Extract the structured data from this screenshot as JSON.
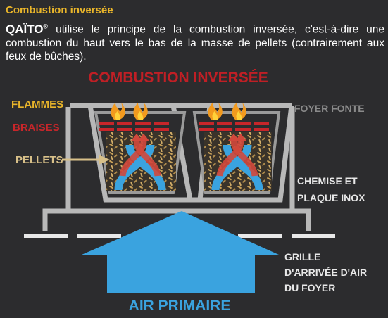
{
  "header": {
    "title": "Combustion inversée",
    "brand": "QAÏTO",
    "brand_mark": "®",
    "description": " utilise le principe de la combustion inversée, c'est-à-dire une combustion du haut vers le bas de la masse de pellets (contrairement aux feux de bûches)."
  },
  "diagram": {
    "title": "COMBUSTION INVERSÉE",
    "labels": {
      "flames": "FLAMMES",
      "embers": "BRAISES",
      "pellets": "PELLETS",
      "cast_iron_hearth": "FOYER FONTE",
      "liner_line1": "CHEMISE ET",
      "liner_line2": "PLAQUE INOX",
      "grate_line1": "GRILLE",
      "grate_line2": "D'ARRIVÉE D'AIR",
      "grate_line3": "DU FOYER",
      "primary_air": "AIR PRIMAIRE"
    },
    "colors": {
      "accent_yellow": "#e9b52a",
      "ember_red": "#c8262a",
      "title_red": "#c01f25",
      "air_blue": "#3aa3df",
      "structure_gray": "#b8b8b8",
      "grate_white": "#e8e8e8",
      "pellet_tan": "#c9a25a"
    },
    "icons": [
      "flame-icon",
      "ember-icon",
      "air-flow-arrow",
      "pellet-arrow"
    ]
  }
}
